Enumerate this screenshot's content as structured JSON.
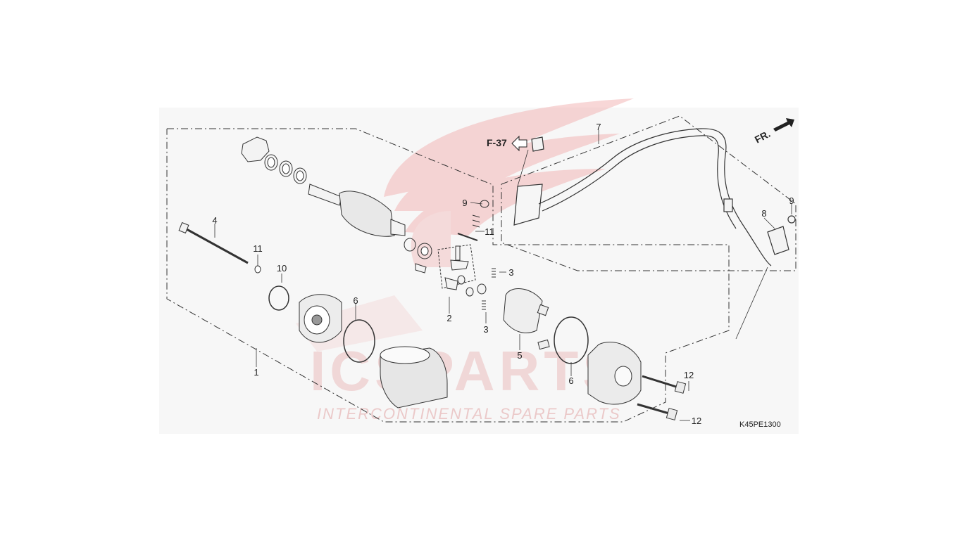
{
  "diagram": {
    "reference_label": "F-37",
    "front_label": "FR.",
    "diagram_code": "K45PE1300",
    "callouts": [
      "1",
      "2",
      "3",
      "3",
      "4",
      "5",
      "6",
      "6",
      "7",
      "8",
      "9",
      "9",
      "10",
      "11",
      "11",
      "12",
      "12"
    ]
  },
  "watermark": {
    "logo_text": "ICSPARTS",
    "tagline": "INTERCONTINENTAL SPARE PARTS"
  },
  "colors": {
    "panel_bg": "#f7f7f7",
    "line": "#222222",
    "watermark_red": "#e8a3a3",
    "watermark_grey": "#d9d9d9"
  }
}
